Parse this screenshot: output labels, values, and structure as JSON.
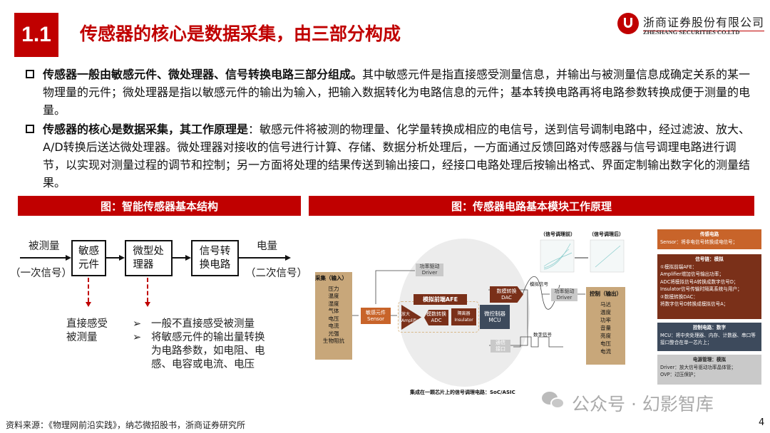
{
  "header": {
    "section_number": "1.1",
    "title": "传感器的核心是数据采集，由三部分构成",
    "logo_cn": "浙商证券股份有限公司",
    "logo_en": "ZHESHANG SECURITIES CO.LTD"
  },
  "paragraphs": [
    {
      "lead": "传感器一般由敏感元件、微处理器、信号转换电路三部分组成。",
      "text": "其中敏感元件是指直接感受测量信息，并输出与被测量信息成确定关系的某一物理量的元件；微处理器是指以敏感元件的输出为输入，把输入数据转化为电路信息的元件；基本转换电路再将电路参数转换成便于测量的电量。"
    },
    {
      "lead": "传感器的核心是数据采集，其工作原理是",
      "text": "：敏感元件将被测的物理量、化学量转换成相应的电信号，送到信号调制电路中，经过滤波、放大、A/D转换后送达微处理器。微处理器对接收的信号进行计算、存储、数据分析处理后，一方面通过反馈回路对传感器与信号调理电路进行调节，以实现对测量过程的调节和控制；另一方面将处理的结果传送到输出接口，经接口电路处理后按输出格式、界面定制输出数字化的测量结果。"
    }
  ],
  "left_figure": {
    "title": "图：智能传感器基本结构",
    "input_label": "被测量",
    "input_sub": "（一次信号）",
    "output_label": "电量",
    "output_sub": "（二次信号）",
    "boxes": [
      "敏感元件",
      "微型处理器",
      "信号转换电路"
    ],
    "box_lines": [
      [
        "敏感",
        "元件"
      ],
      [
        "微型处",
        "理器"
      ],
      [
        "信号转",
        "换电路"
      ]
    ],
    "note1": [
      "直接感受",
      "被测量"
    ],
    "note2_bullets": [
      "一般不直接感受被测量",
      "将敏感元件的输出量转换"
    ],
    "note2_cont": [
      "为电路参数，如电阻、电",
      "感、电容或电流、电压"
    ],
    "bullet_glyph": "➢"
  },
  "right_figure": {
    "title": "图：传感器电路基本模块工作原理",
    "input_title": "采集（输入）",
    "inputs": [
      "压力",
      "温度",
      "湿度",
      "气体",
      "电压",
      "电流",
      "光强",
      "生物阻抗"
    ],
    "output_title": "控制（输出）",
    "outputs": [
      "马达",
      "温度",
      "功率",
      "音量",
      "亮度",
      "电压",
      "电流"
    ],
    "driver_top": [
      "功率驱动",
      "Driver"
    ],
    "sensor": [
      "敏感元件",
      "Sensor"
    ],
    "afe": "模拟前端AFE",
    "amp": [
      "放大",
      "Amplifier"
    ],
    "adc": [
      "模数转换",
      "ADC"
    ],
    "insulator": [
      "隔离器",
      "Insulator"
    ],
    "mcu": [
      "微控制器",
      "MCU"
    ],
    "dac": [
      "数模转换",
      "DAC"
    ],
    "comm": [
      "通信",
      "接口"
    ],
    "driver_right": [
      "功率驱动",
      "Driver"
    ],
    "analog_signal": "模拟信号",
    "digital_signal": "数字信号",
    "before": "（信号调理前）",
    "after": "（信号调理后）",
    "caption": "集成在一颗芯片上的信号调理电路：SoC/ASIC",
    "legend": [
      {
        "title": "传感电路",
        "lines": [
          "Sensor：将非电信号转换成电信号；"
        ],
        "color": "#c8642a"
      },
      {
        "title": "信号链：模拟",
        "lines": [
          "①模拟前端AFE：",
          "Amplifier增加信号输出功率；",
          "ADC将模拟信号A转换成数字信号D；",
          "Insulator信号传输时隔离系统与用户；",
          "②数模转换DAC：",
          "将数字信号D转换成模拟信号A；"
        ],
        "color": "#7a3019"
      },
      {
        "title": "控制电路：数字",
        "lines": [
          "MCU：将中央处理器、内存、计数器、串口等接口整合在单一芯片上；"
        ],
        "color": "#3d4a5c"
      },
      {
        "title": "电源管理：模拟",
        "lines": [
          "Driver：放大信号驱动功率晶体管；",
          "OVP：过压保护；"
        ],
        "color": "#c9c9c9"
      }
    ]
  },
  "watermark": "公众号 · 幻影智库",
  "footer": {
    "source": "资料来源：《物理网前沿实践》，纳芯微招股书，浙商证券研究所",
    "page": "4"
  },
  "colors": {
    "brand_red": "#c00000",
    "afe_brown": "#7a3019",
    "sensor_orange": "#c8642a",
    "mcu_slate": "#3d4a5c",
    "io_tan": "#c8a77a"
  }
}
